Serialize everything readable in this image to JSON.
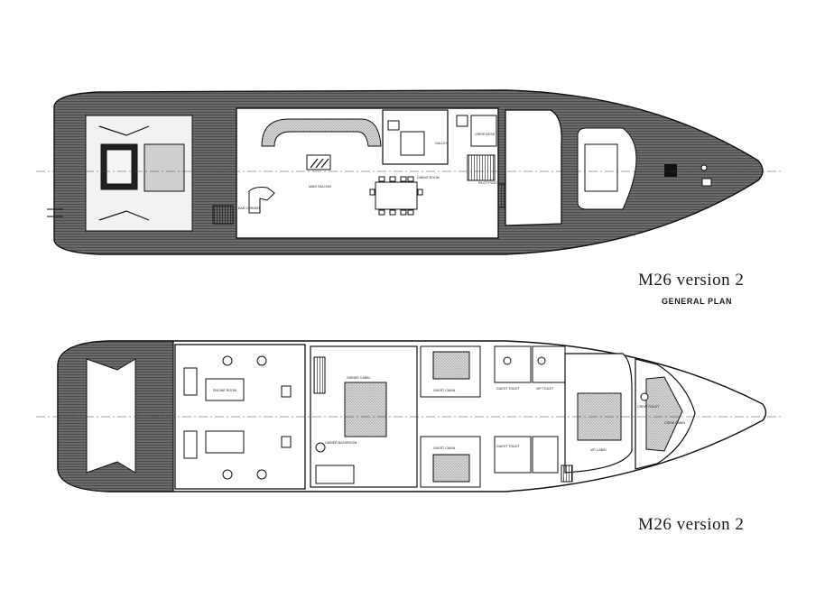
{
  "diagram": {
    "upper": {
      "title": "M26 version 2",
      "subtitle": "GENERAL PLAN",
      "rooms": {
        "saloon": "MAIN SALOON",
        "dining": "DINING ROOM",
        "galley": "GALLEY",
        "pilot": "PILOT POST",
        "crew_mess": "CREW MESS",
        "bar": "BAR CORNER"
      }
    },
    "lower": {
      "title": "M26 version 2",
      "rooms": {
        "engine": "ENGINE ROOM",
        "owner": "OWNER CABIN",
        "owner_bath": "OWNER BATHROOM",
        "guest_1": "GUEST CABIN",
        "guest_2": "GUEST CABIN",
        "guest_toilet_1": "GUEST TOILET",
        "guest_toilet_2": "GUEST TOILET",
        "vip_toilet": "VIP TOILET",
        "vip": "VIP CABIN",
        "crew": "CREW CABIN",
        "crew_toilet": "CREW TOILET"
      }
    }
  }
}
